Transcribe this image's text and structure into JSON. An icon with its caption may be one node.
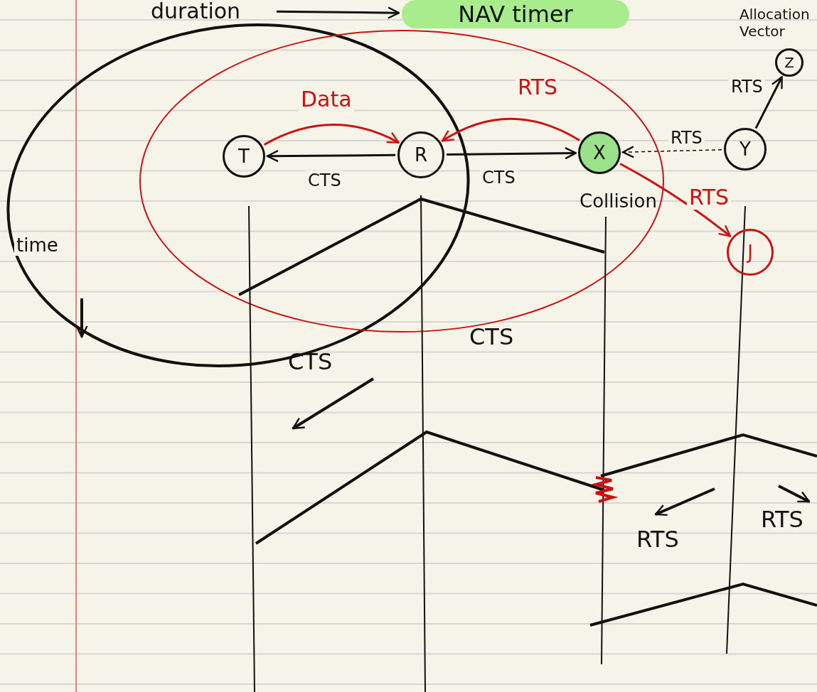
{
  "diagram": {
    "nodes": [
      {
        "text": [
          "duration"
        ]
      },
      {
        "text": [
          "NAV timer"
        ]
      },
      {
        "text": [
          "T"
        ]
      },
      {
        "text": [
          "R"
        ]
      },
      {
        "text": [
          "X"
        ]
      },
      {
        "text": [
          "Y"
        ]
      },
      {
        "text": [
          "Z"
        ]
      },
      {
        "text": [
          "J"
        ]
      }
    ],
    "edges": [
      {
        "from": 0,
        "to": 1,
        "arrow": "to"
      },
      {
        "from": 2,
        "to": 3,
        "arrow": "to",
        "label": "Data",
        "color": "#cc1111"
      },
      {
        "from": 3,
        "to": 2,
        "arrow": "to",
        "label": "CTS"
      },
      {
        "from": 3,
        "to": 4,
        "arrow": "to",
        "label": "CTS"
      },
      {
        "from": 4,
        "to": 3,
        "arrow": "to",
        "label": "RTS",
        "color": "#cc1111"
      },
      {
        "from": 5,
        "to": 4,
        "arrow": "to",
        "label": "RTS",
        "style": "dashed"
      },
      {
        "from": 5,
        "to": 6,
        "arrow": "to",
        "label": "RTS"
      },
      {
        "from": 4,
        "to": 7,
        "arrow": "to",
        "label": "RTS",
        "color": "#cc1111"
      }
    ],
    "labels": [
      "Allocation Vector",
      "time",
      "Collision",
      "CTS",
      "CTS",
      "RTS",
      "RTS"
    ]
  }
}
